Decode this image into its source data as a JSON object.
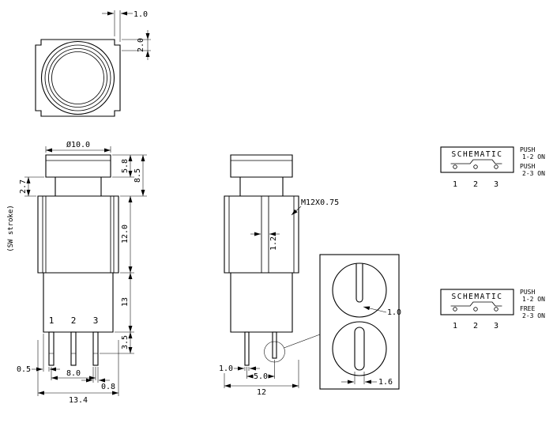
{
  "drawing": {
    "background": "#ffffff",
    "line_color": "#000000"
  },
  "top_view": {
    "dim_notch": "1.0",
    "dim_edge": "2.0"
  },
  "front_view": {
    "dim_diameter": "Ø10.0",
    "dim_cap_height": "5.8",
    "dim_head_height": "8.5",
    "dim_stroke": "2.7",
    "stroke_note": "(SW stroke)",
    "dim_bushing_height": "12.0",
    "dim_base_height": "13",
    "dim_pin_length": "3.5",
    "dim_pin_offset": "0.5",
    "dim_pin_span": "8.0",
    "dim_pin_width": "0.8",
    "dim_body_width": "13.4",
    "pin1": "1",
    "pin2": "2",
    "pin3": "3"
  },
  "side_view": {
    "thread": "M12X0.75",
    "dim_slot": "1.2",
    "dim_pin_width": "1.0",
    "dim_pin_pitch": "5.0",
    "dim_body_depth": "12"
  },
  "detail_view": {
    "dim_pin_thickness": "1.0",
    "dim_hole_width": "1.6"
  },
  "schematic_top": {
    "title": "SCHEMATIC",
    "pin1": "1",
    "pin2": "2",
    "pin3": "3",
    "note1_action": "PUSH",
    "note1_state": "1-2 ON",
    "note2_action": "PUSH",
    "note2_state": "2-3 ON"
  },
  "schematic_bottom": {
    "title": "SCHEMATIC",
    "pin1": "1",
    "pin2": "2",
    "pin3": "3",
    "note1_action": "PUSH",
    "note1_state": "1-2 ON",
    "note2_action": "FREE",
    "note2_state": "2-3 ON"
  }
}
